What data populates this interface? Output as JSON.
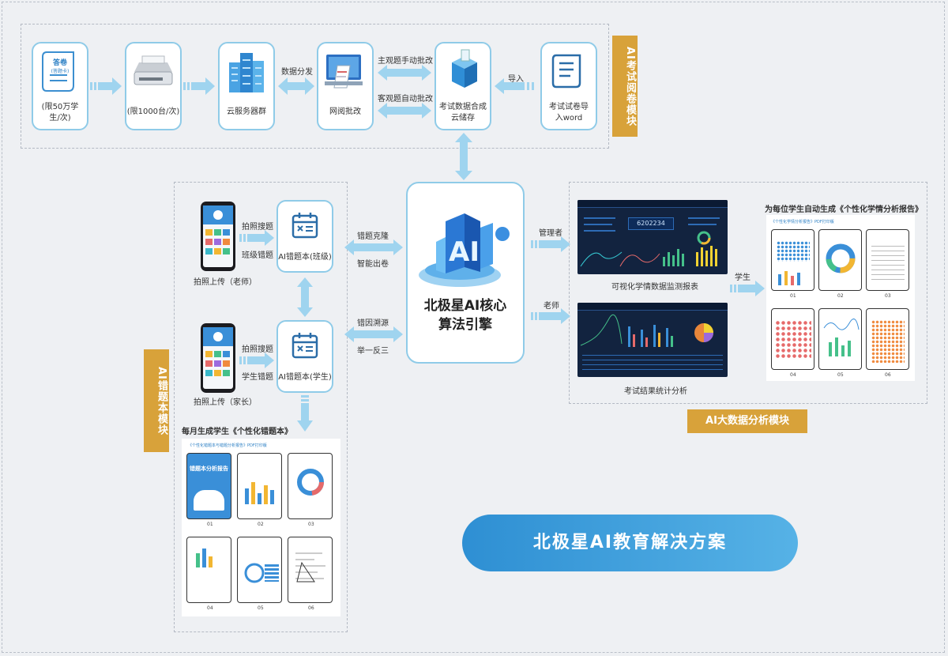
{
  "exam_module": {
    "title": "AI考试阅卷模块",
    "answer_sheet": {
      "icon_title": "答卷",
      "icon_subtitle": "(答题卡)",
      "label": "(限50万学生/次)"
    },
    "scanner": {
      "label": "(限1000台/次)"
    },
    "cloud_servers": {
      "label": "云服务器群"
    },
    "data_dispatch": "数据分发",
    "online_marking": {
      "label": "网阅批改"
    },
    "subjective_manual": "主观题手动批改",
    "objective_auto": "客观题自动批改",
    "exam_storage": {
      "label": "考试数据合成云储存"
    },
    "import": "导入",
    "word_import": {
      "label": "考试试卷导入word"
    }
  },
  "core": {
    "title": "北极星AI核心算法引擎"
  },
  "wrong_book_module": {
    "title": "AI错题本模块",
    "photo_search": "拍照搜题",
    "class_wrong": "班级错题",
    "student_wrong": "学生错题",
    "teacher_upload": "拍照上传（老师）",
    "parent_upload": "拍照上传（家长）",
    "class_book": "AI错题本(班级)",
    "student_book": "AI错题本(学生)",
    "clone": "错题克隆",
    "smart_paper": "智能出卷",
    "trace": "错因溯源",
    "analogy": "举一反三",
    "monthly": "每月生成学生《个性化错题本》",
    "report_header": "《个性化错题本与错题分析报告》PDF打印版",
    "cover_title": "错题本分析报告",
    "pages": [
      "01",
      "02",
      "03",
      "04",
      "05",
      "06"
    ]
  },
  "bigdata_module": {
    "title": "AI大数据分析模块",
    "manager": "管理者",
    "teacher": "老师",
    "student": "学生",
    "dashboard_label": "可视化学情数据监测报表",
    "dashboard_number": "6202234",
    "exam_stats_label": "考试结果统计分析",
    "auto_report": "为每位学生自动生成《个性化学情分析报告》",
    "report_header": "《个性化学情分析报告》PDF打印版",
    "pages": [
      "01",
      "02",
      "03",
      "04",
      "05",
      "06"
    ]
  },
  "banner": "北极星AI教育解决方案",
  "colors": {
    "accent": "#8fcbe8",
    "tag": "#d8a23a",
    "arrow": "#9fd4ef",
    "banner": "#3a9ddb"
  }
}
